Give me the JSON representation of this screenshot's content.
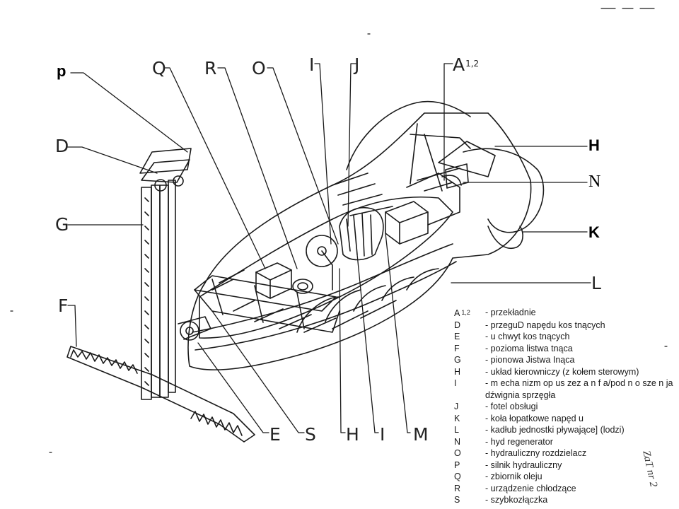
{
  "diagram": {
    "callouts": [
      {
        "id": "p",
        "label": "p"
      },
      {
        "id": "Q",
        "label": "Q"
      },
      {
        "id": "R",
        "label": "R"
      },
      {
        "id": "O",
        "label": "O"
      },
      {
        "id": "I_top",
        "label": "I"
      },
      {
        "id": "J",
        "label": "J"
      },
      {
        "id": "A12",
        "label": "A",
        "sub": "1,2"
      },
      {
        "id": "D",
        "label": "D"
      },
      {
        "id": "G",
        "label": "G"
      },
      {
        "id": "F",
        "label": "F"
      },
      {
        "id": "H_right",
        "label": "H"
      },
      {
        "id": "N",
        "label": "N"
      },
      {
        "id": "K",
        "label": "K"
      },
      {
        "id": "L",
        "label": "L"
      },
      {
        "id": "E",
        "label": "E"
      },
      {
        "id": "S",
        "label": "S"
      },
      {
        "id": "H_bottom",
        "label": "H"
      },
      {
        "id": "I_bottom",
        "label": "I"
      },
      {
        "id": "M",
        "label": "M"
      }
    ],
    "legend": [
      {
        "code": "A",
        "sub": "1,2",
        "desc": "przekładnie"
      },
      {
        "code": "D",
        "desc": "przeguD napędu kos tnących"
      },
      {
        "code": "E",
        "desc": "u chwyt kos tnących"
      },
      {
        "code": "F",
        "desc": "pozioma listwa tnąca"
      },
      {
        "code": "G",
        "desc": "pionowa Jistwa Inąca"
      },
      {
        "code": "H",
        "desc": "układ kierowniczy (z kołem sterowym)"
      },
      {
        "code": "I",
        "desc": "m echa nizm op us zez a n f a/pod n o sze n ja",
        "cont": "dźwignia sprzęgła"
      },
      {
        "code": "J",
        "desc": "fotel obsługi"
      },
      {
        "code": "K",
        "desc": "koła łopatkowe napęd u"
      },
      {
        "code": "L",
        "desc": "kadłub jednostki pływające] (lodzi)"
      },
      {
        "code": "N",
        "desc": "hyd regenerator"
      },
      {
        "code": "O",
        "desc": "hydrauliczny rozdzielacz"
      },
      {
        "code": "P",
        "desc": "silnik hydrauliczny"
      },
      {
        "code": "Q",
        "desc": "zbiornik oleju"
      },
      {
        "code": "R",
        "desc": "urządzenie chłodzące"
      },
      {
        "code": "S",
        "desc": "szybkozłączka"
      }
    ],
    "stamp": "ZaT nr 2"
  }
}
